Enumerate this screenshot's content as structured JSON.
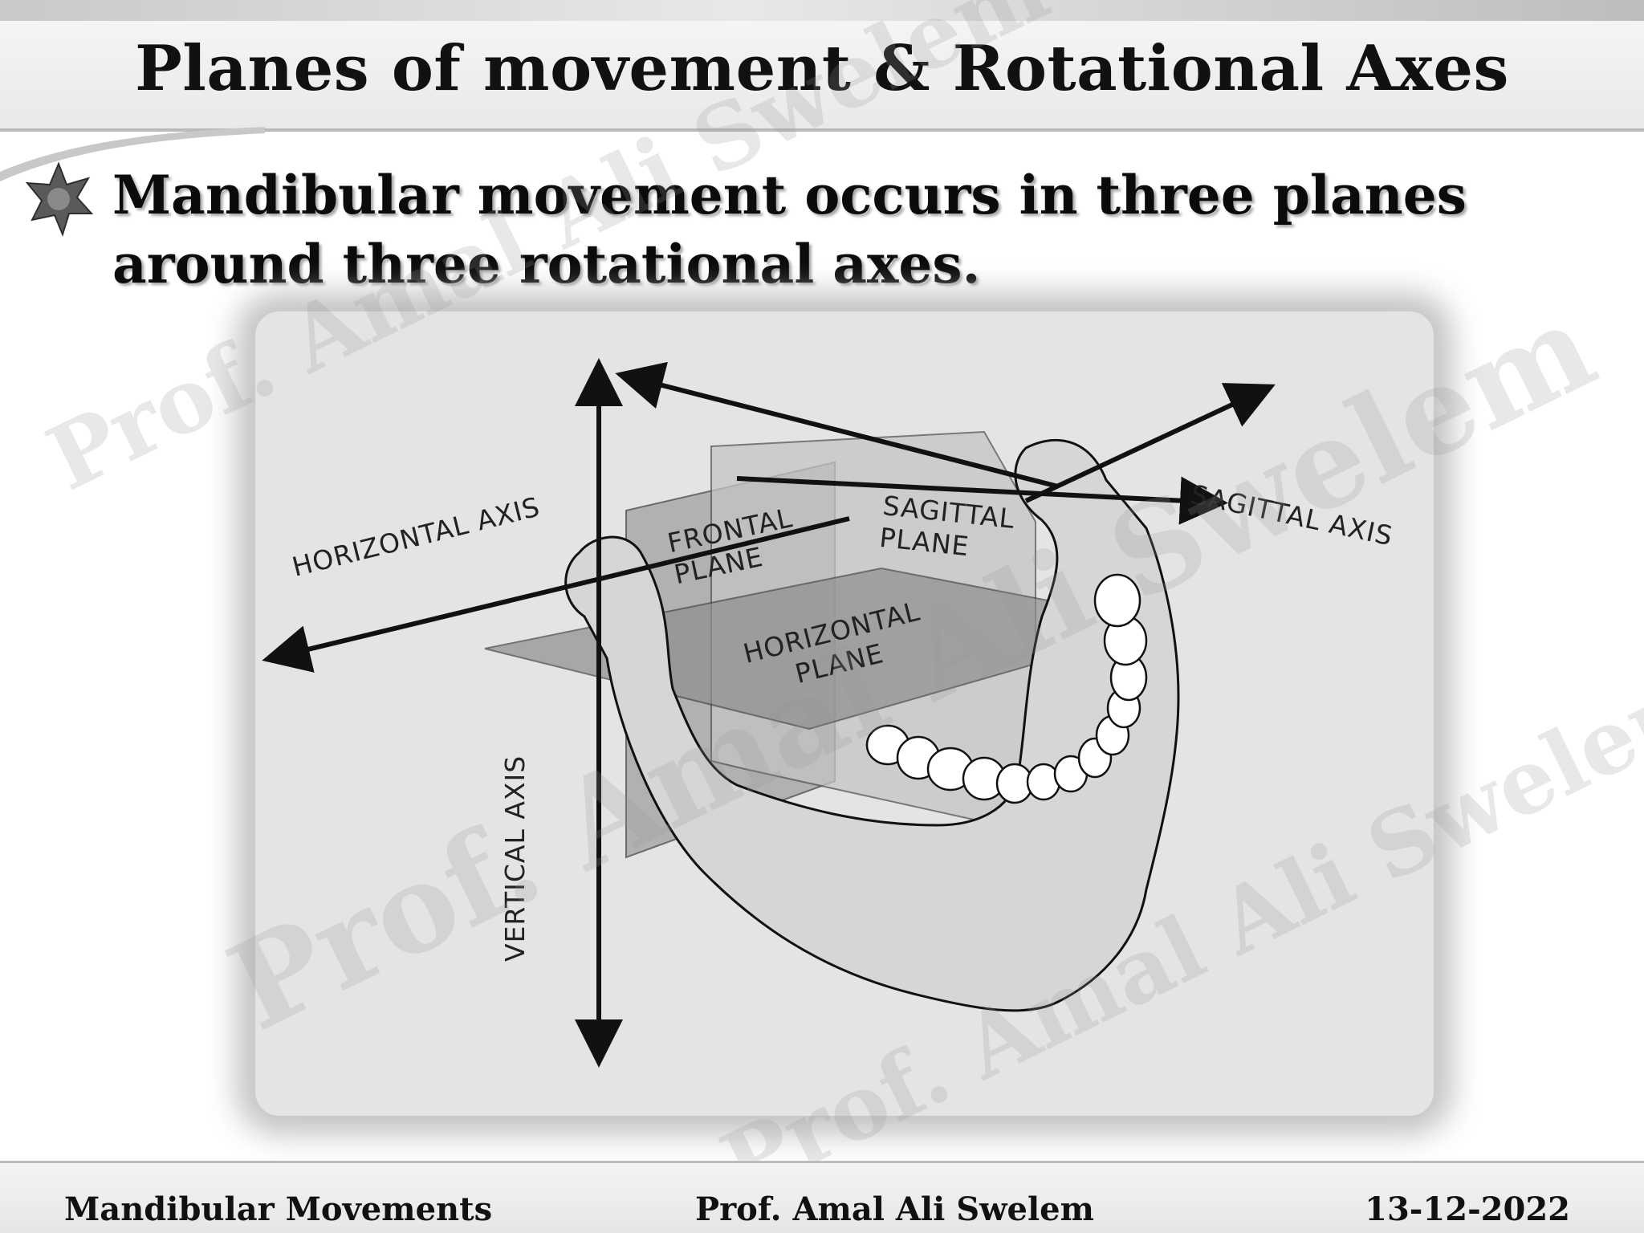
{
  "slide": {
    "title": "Planes of movement & Rotational Axes",
    "bullet_text": "Mandibular movement occurs in three planes around three rotational axes."
  },
  "figure": {
    "labels": {
      "horizontal_axis": "HORIZONTAL AXIS",
      "frontal_plane_line1": "FRONTAL",
      "frontal_plane_line2": "PLANE",
      "sagittal_plane_line1": "SAGITTAL",
      "sagittal_plane_line2": "PLANE",
      "horizontal_plane_line1": "HORIZONTAL",
      "horizontal_plane_line2": "PLANE",
      "sagittal_axis": "SAGITTAL AXIS",
      "vertical_axis": "VERTICAL AXIS"
    }
  },
  "watermark": {
    "text": "Prof. Amal Ali Swelem"
  },
  "footer": {
    "left": "Mandibular Movements",
    "center": "Prof. Amal Ali Swelem",
    "right": "13-12-2022"
  }
}
